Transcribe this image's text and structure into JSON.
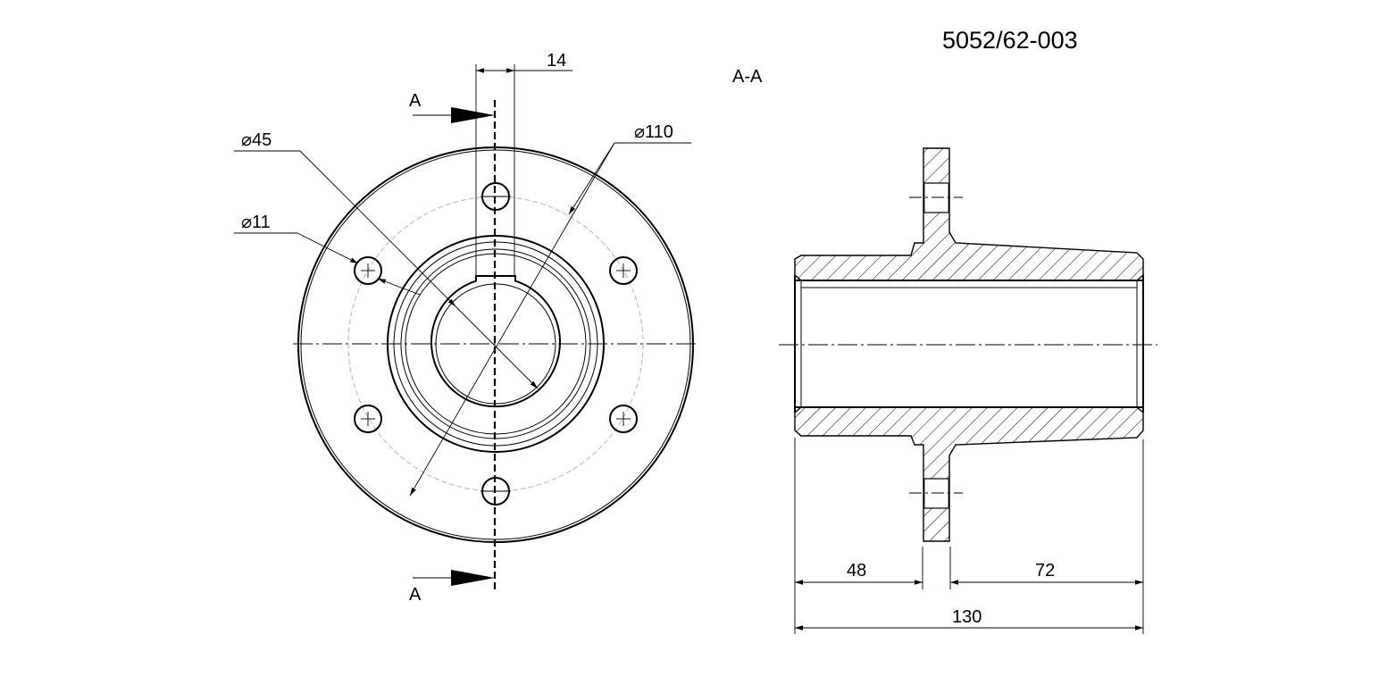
{
  "drawing_number": "5052/62-003",
  "section_title": "A-A",
  "section_markers": [
    "A",
    "A"
  ],
  "front_view": {
    "key_width_dim": "14",
    "outer_diameter_dim": "⌀110",
    "bore_diameter_dim": "⌀45",
    "hole_diameter_dim": "⌀11"
  },
  "section_view": {
    "left_length_dim": "48",
    "right_length_dim": "72",
    "overall_length_dim": "130"
  }
}
